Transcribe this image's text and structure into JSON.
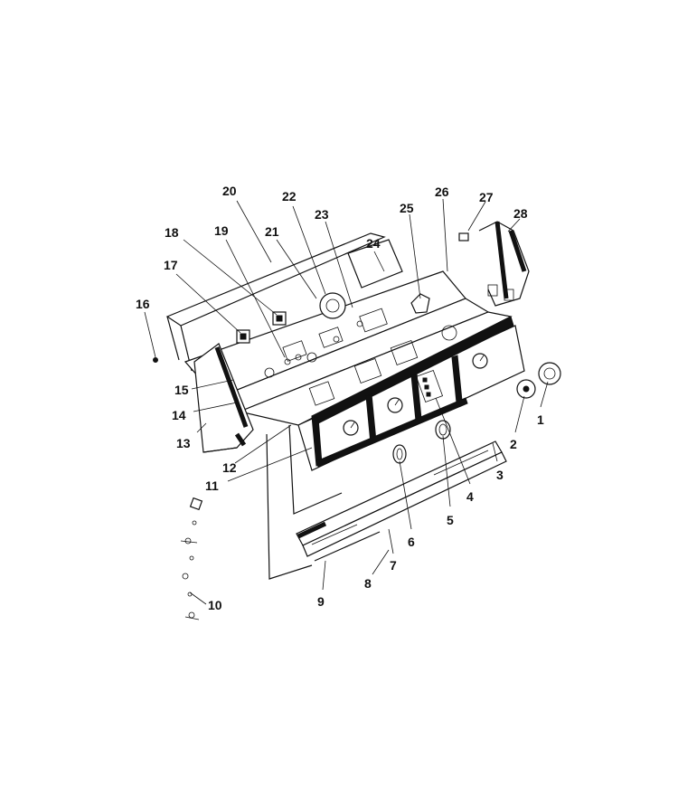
{
  "callouts": [
    "1",
    "2",
    "3",
    "4",
    "5",
    "6",
    "7",
    "8",
    "9",
    "10",
    "11",
    "12",
    "13",
    "14",
    "15",
    "16",
    "17",
    "18",
    "19",
    "20",
    "21",
    "22",
    "23",
    "24",
    "25",
    "26",
    "27",
    "28"
  ]
}
